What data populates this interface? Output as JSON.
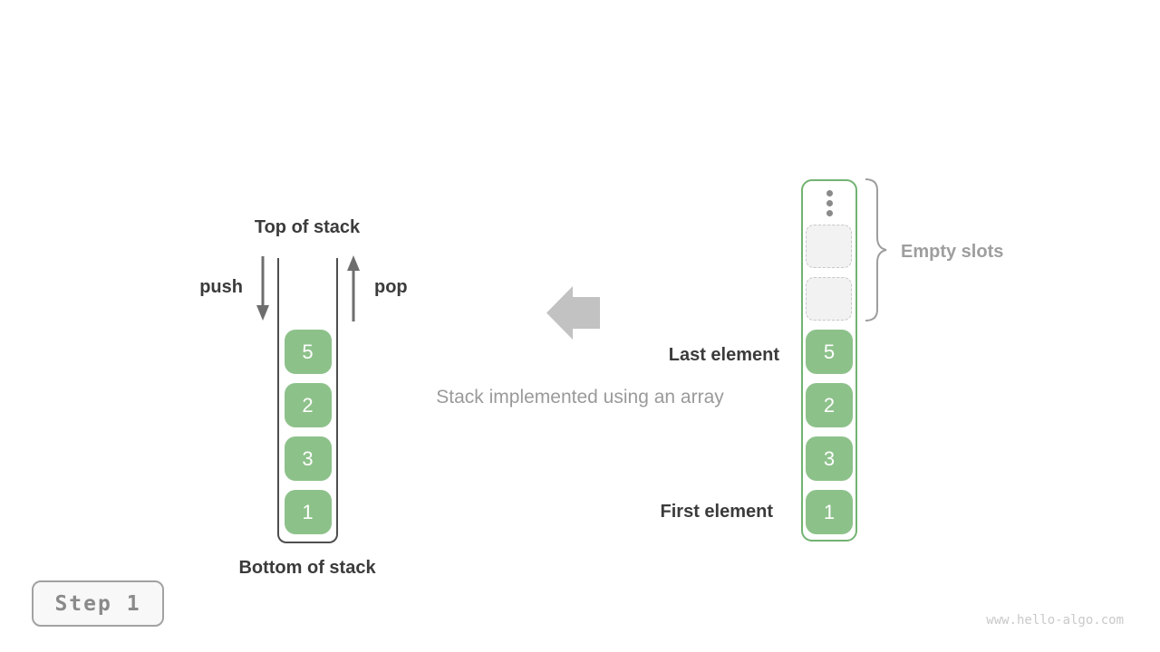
{
  "colors": {
    "cell_green": "#8dc18a",
    "array_border_green": "#72b372",
    "dark_text": "#3b3b3b",
    "gray_text": "#9e9e9e",
    "arrow_gray": "#6e6e6e",
    "block_arrow_gray": "#c2c2c2",
    "empty_slot_bg": "#f2f2f2",
    "empty_slot_border": "#c8c8c8",
    "step_badge_bg": "#f8f8f8",
    "watermark_gray": "#c9c9c9"
  },
  "left_stack": {
    "top_label": "Top of stack",
    "push_label": "push",
    "pop_label": "pop",
    "bottom_label": "Bottom of stack",
    "elements": [
      "5",
      "2",
      "3",
      "1"
    ]
  },
  "center": {
    "caption": "Stack implemented using an array"
  },
  "right_array": {
    "empty_slots_label": "Empty slots",
    "last_element_label": "Last element",
    "first_element_label": "First element",
    "empty_slot_count": 2,
    "elements": [
      "5",
      "2",
      "3",
      "1"
    ]
  },
  "footer": {
    "step_label": "Step 1",
    "watermark": "www.hello-algo.com"
  }
}
